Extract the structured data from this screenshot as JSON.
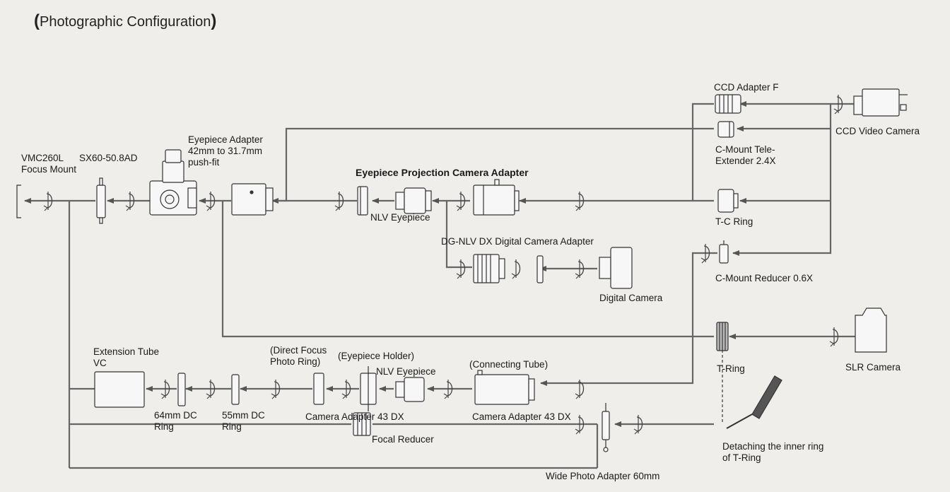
{
  "title": "Photographic Configuration",
  "title_open": "(",
  "title_close": ")",
  "labels": {
    "vmc": "VMC260L\nFocus Mount",
    "sx60": "SX60-50.8AD",
    "eyepiece_adapter": "Eyepiece Adapter\n42mm to 31.7mm\npush-fit",
    "epca": "Eyepiece Projection Camera Adapter",
    "nlv_eyepiece_1": "NLV Eyepiece",
    "dg_nlv": "DG-NLV DX Digital Camera Adapter",
    "digital_camera": "Digital Camera",
    "ccd_adapter_f": "CCD Adapter F",
    "ccd_video_camera": "CCD Video Camera",
    "c_mount_tele": "C-Mount Tele-\nExtender 2.4X",
    "tc_ring": "T-C Ring",
    "c_mount_reducer": "C-Mount Reducer 0.6X",
    "t_ring": "T-Ring",
    "slr_camera": "SLR Camera",
    "extension_tube": "Extension Tube\nVC",
    "ring64": "64mm DC\nRing",
    "ring55": "55mm DC\nRing",
    "direct_focus": "(Direct Focus\nPhoto Ring)",
    "eyepiece_holder": "(Eyepiece Holder)",
    "nlv_eyepiece_2": "NLV Eyepiece",
    "connecting_tube": "(Connecting Tube)",
    "camera_adapter_a": "Camera Adapter 43 DX",
    "camera_adapter_b": "Camera Adapter 43 DX",
    "focal_reducer": "Focal Reducer",
    "detaching": "Detaching the inner ring\nof T-Ring",
    "wide_photo": "Wide Photo Adapter 60mm"
  }
}
